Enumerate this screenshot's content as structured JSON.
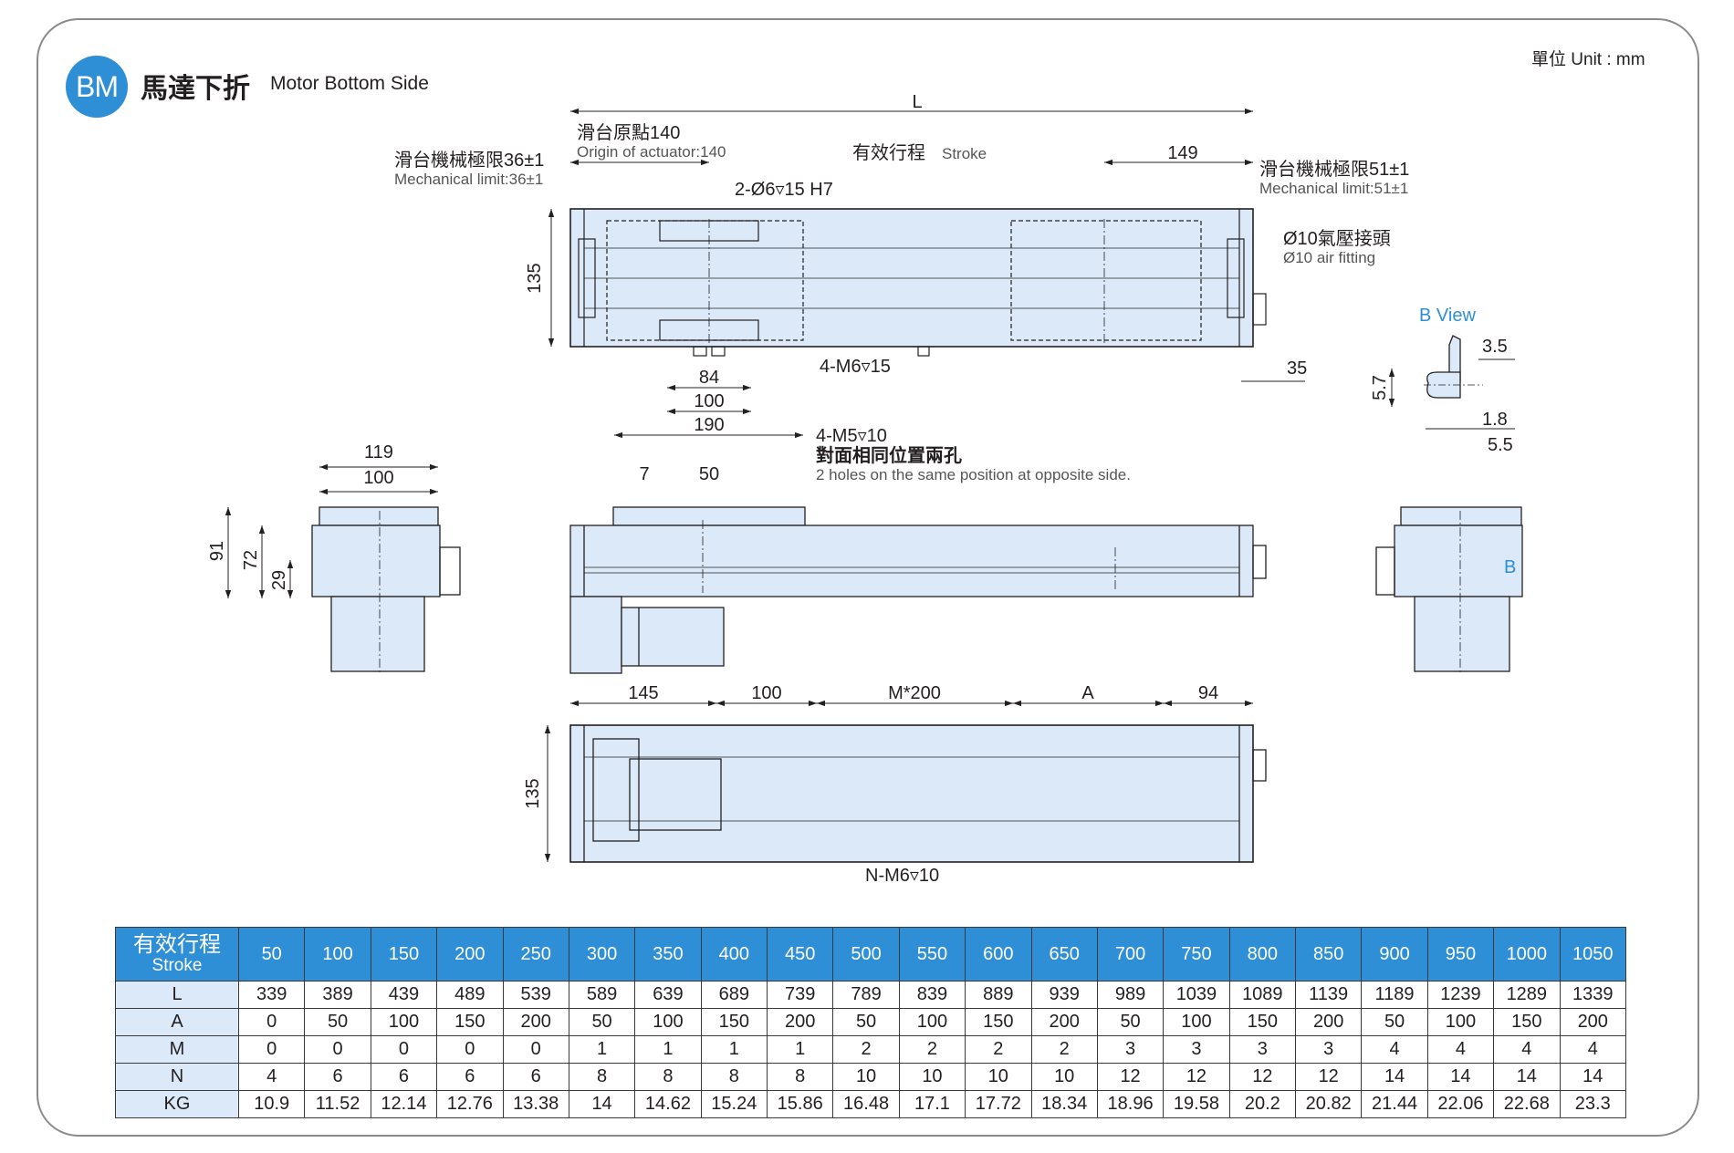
{
  "header": {
    "badge": "BM",
    "title_zh": "馬達下折",
    "title_en": "Motor Bottom Side",
    "unit": "單位 Unit : mm"
  },
  "colors": {
    "accent": "#2e8fd6",
    "body_fill": "#dbe9f8",
    "outline": "#231f20"
  },
  "top_view": {
    "dim_L": "L",
    "origin_zh": "滑台原點140",
    "origin_en": "Origin of actuator:140",
    "stroke_zh": "有效行程",
    "stroke_en": "Stroke",
    "dim_149": "149",
    "mech_left_zh": "滑台機械極限36±1",
    "mech_left_en": "Mechanical limit:36±1",
    "mech_right_zh": "滑台機械極限51±1",
    "mech_right_en": "Mechanical limit:51±1",
    "pin_holes": "2-Ø6▿15 H7",
    "air_zh": "Ø10氣壓接頭",
    "air_en": "Ø10 air fitting",
    "dim_135": "135",
    "tap_m6": "4-M6▿15",
    "dim_35": "35",
    "dim_84": "84",
    "dim_100": "100",
    "dim_190": "190",
    "tap_m5": "4-M5▿10",
    "opp_zh": "對面相同位置兩孔",
    "opp_en": "2 holes on the same position at opposite side."
  },
  "b_view": {
    "title": "B View",
    "dim_3_5": "3.5",
    "dim_5_7": "5.7",
    "dim_1_8": "1.8",
    "dim_5_5": "5.5"
  },
  "end_view": {
    "dim_119": "119",
    "dim_100": "100",
    "dim_91": "91",
    "dim_72": "72",
    "dim_29": "29"
  },
  "side_view": {
    "dim_7": "7",
    "dim_50": "50",
    "b_marker": "B"
  },
  "bottom_view": {
    "dim_145": "145",
    "dim_100": "100",
    "dim_m200": "M*200",
    "dim_A": "A",
    "dim_94": "94",
    "dim_135": "135",
    "tap_n": "N-M6▿10"
  },
  "table": {
    "header_zh": "有效行程",
    "header_en": "Stroke",
    "strokes": [
      "50",
      "100",
      "150",
      "200",
      "250",
      "300",
      "350",
      "400",
      "450",
      "500",
      "550",
      "600",
      "650",
      "700",
      "750",
      "800",
      "850",
      "900",
      "950",
      "1000",
      "1050"
    ],
    "rows": [
      {
        "label": "L",
        "values": [
          "339",
          "389",
          "439",
          "489",
          "539",
          "589",
          "639",
          "689",
          "739",
          "789",
          "839",
          "889",
          "939",
          "989",
          "1039",
          "1089",
          "1139",
          "1189",
          "1239",
          "1289",
          "1339"
        ]
      },
      {
        "label": "A",
        "values": [
          "0",
          "50",
          "100",
          "150",
          "200",
          "50",
          "100",
          "150",
          "200",
          "50",
          "100",
          "150",
          "200",
          "50",
          "100",
          "150",
          "200",
          "50",
          "100",
          "150",
          "200"
        ]
      },
      {
        "label": "M",
        "values": [
          "0",
          "0",
          "0",
          "0",
          "0",
          "1",
          "1",
          "1",
          "1",
          "2",
          "2",
          "2",
          "2",
          "3",
          "3",
          "3",
          "3",
          "4",
          "4",
          "4",
          "4"
        ]
      },
      {
        "label": "N",
        "values": [
          "4",
          "6",
          "6",
          "6",
          "6",
          "8",
          "8",
          "8",
          "8",
          "10",
          "10",
          "10",
          "10",
          "12",
          "12",
          "12",
          "12",
          "14",
          "14",
          "14",
          "14"
        ]
      },
      {
        "label": "KG",
        "values": [
          "10.9",
          "11.52",
          "12.14",
          "12.76",
          "13.38",
          "14",
          "14.62",
          "15.24",
          "15.86",
          "16.48",
          "17.1",
          "17.72",
          "18.34",
          "18.96",
          "19.58",
          "20.2",
          "20.82",
          "21.44",
          "22.06",
          "22.68",
          "23.3"
        ]
      }
    ]
  }
}
